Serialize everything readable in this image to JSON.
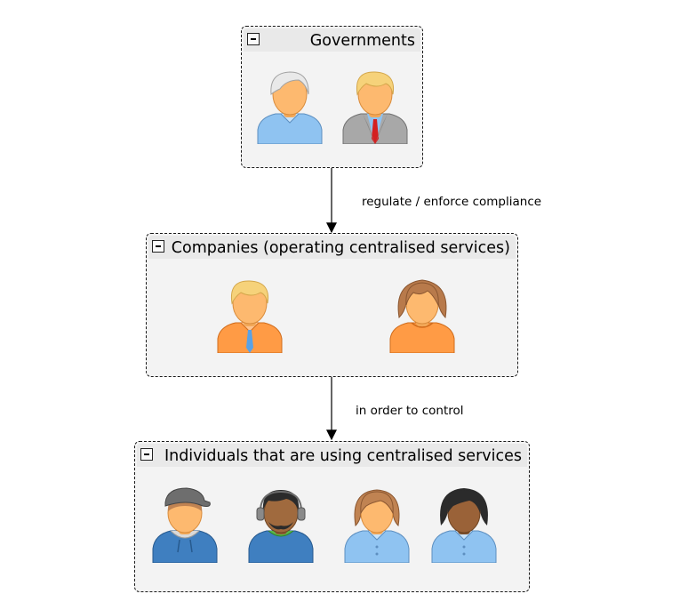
{
  "groups": {
    "governments": {
      "title": "Governments"
    },
    "companies": {
      "title": "Companies (operating centralised services)"
    },
    "individuals": {
      "title": "Individuals that are using centralised services"
    }
  },
  "edges": {
    "regulate": {
      "label": "regulate / enforce compliance"
    },
    "control": {
      "label": "in order to control"
    }
  },
  "icons": {
    "governments": [
      "elderly-man-icon",
      "businessman-icon"
    ],
    "companies": [
      "male-employee-icon",
      "female-employee-icon"
    ],
    "individuals": [
      "user-cap-icon",
      "user-headset-icon",
      "user-woman-icon",
      "user-woman-dark-icon"
    ]
  },
  "colors": {
    "group_fill": "#f3f3f3",
    "header_fill": "#e9e9e9",
    "skin": "#fdb96f",
    "blue_shirt": "#8fc3f1",
    "orange_shirt": "#ff9b45",
    "grey_suit": "#a8a8a8",
    "hoodie": "#3f7fc0"
  }
}
